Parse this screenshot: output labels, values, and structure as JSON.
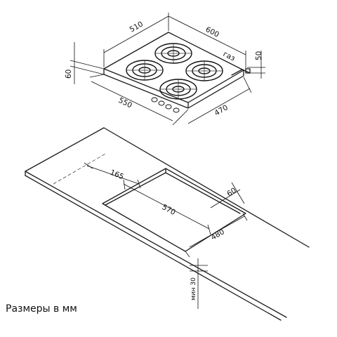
{
  "hob": {
    "dim_width": "510",
    "dim_depth": "600",
    "dim_gas": "газ",
    "dim_right_height": "50",
    "dim_left_height": "60",
    "dim_front_width": "550",
    "dim_front_depth": "470"
  },
  "cutout": {
    "dim_offset": "165",
    "dim_back": "60",
    "dim_length": "570",
    "dim_depth": "480",
    "dim_min_thickness": "мин 30"
  },
  "caption": "Размеры в мм"
}
